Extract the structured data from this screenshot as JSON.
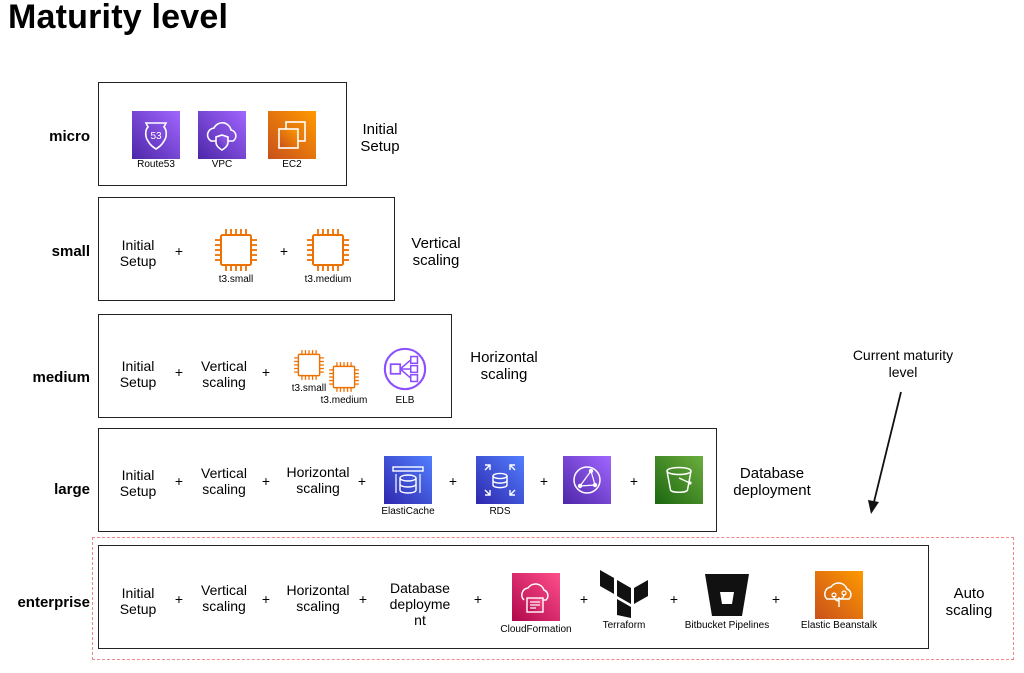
{
  "title": "Maturity level",
  "levels": {
    "micro": "micro",
    "small": "small",
    "medium": "medium",
    "large": "large",
    "enterprise": "enterprise"
  },
  "micro_row": {
    "icons": {
      "route53": "Route53",
      "route53_badge": "53",
      "vpc": "VPC",
      "ec2": "EC2"
    },
    "desc_l1": "Initial",
    "desc_l2": "Setup"
  },
  "small_row": {
    "step1_l1": "Initial",
    "step1_l2": "Setup",
    "plus": "+",
    "chip1": "t3.small",
    "chip2": "t3.medium",
    "desc_l1": "Vertical",
    "desc_l2": "scaling"
  },
  "medium_row": {
    "step1_l1": "Initial",
    "step1_l2": "Setup",
    "step2_l1": "Vertical",
    "step2_l2": "scaling",
    "plus": "+",
    "chip1": "t3.small",
    "chip2": "t3.medium",
    "elb": "ELB",
    "desc_l1": "Horizontal",
    "desc_l2": "scaling"
  },
  "large_row": {
    "step1_l1": "Initial",
    "step1_l2": "Setup",
    "step2_l1": "Vertical",
    "step2_l2": "scaling",
    "step3_l1": "Horizontal",
    "step3_l2": "scaling",
    "plus": "+",
    "elasticache": "ElastiCache",
    "rds": "RDS",
    "desc_l1": "Database",
    "desc_l2": "deployment"
  },
  "enterprise_row": {
    "step1_l1": "Initial",
    "step1_l2": "Setup",
    "step2_l1": "Vertical",
    "step2_l2": "scaling",
    "step3_l1": "Horizontal",
    "step3_l2": "scaling",
    "step4_l1": "Database",
    "step4_l2": "deployme",
    "step4_l3": "nt",
    "plus": "+",
    "cloudformation": "CloudFormation",
    "terraform": "Terraform",
    "bitbucket": "Bitbucket Pipelines",
    "beanstalk": "Elastic Beanstalk",
    "desc_l1": "Auto",
    "desc_l2": "scaling"
  },
  "annotation": {
    "l1": "Current maturity",
    "l2": "level"
  },
  "colors": {
    "purple": "#8C4FFF",
    "orange": "#ED7100",
    "blue": "#2E27AD",
    "green": "#3F8624",
    "pink": "#E7157B",
    "dashed_border": "#F08A8A"
  }
}
